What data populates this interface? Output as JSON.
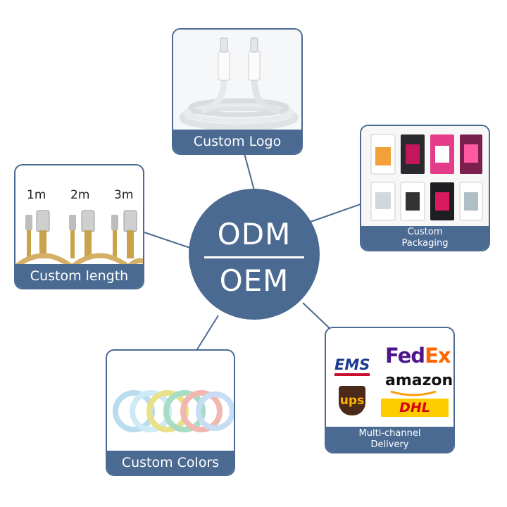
{
  "hub": {
    "line1": "ODM",
    "line2": "OEM"
  },
  "cards": {
    "logo": {
      "label": "Custom Logo"
    },
    "packaging": {
      "label_line1": "Custom",
      "label_line2": "Packaging"
    },
    "length": {
      "label": "Custom length",
      "lengths": [
        "1m",
        "2m",
        "3m"
      ]
    },
    "delivery": {
      "label_line1": "Multi-channel",
      "label_line2": "Delivery",
      "brands": [
        "EMS",
        "FedEx",
        "amazon",
        "ups",
        "DHL"
      ]
    },
    "colors": {
      "label": "Custom Colors"
    }
  },
  "colors": {
    "accent": "#4b6a92",
    "fedex_purple": "#4d148c",
    "fedex_orange": "#ff6600",
    "ups_brown": "#4b2a1a",
    "dhl_yellow": "#ffcc00",
    "dhl_red": "#d40511",
    "ems_red": "#c8102e"
  }
}
